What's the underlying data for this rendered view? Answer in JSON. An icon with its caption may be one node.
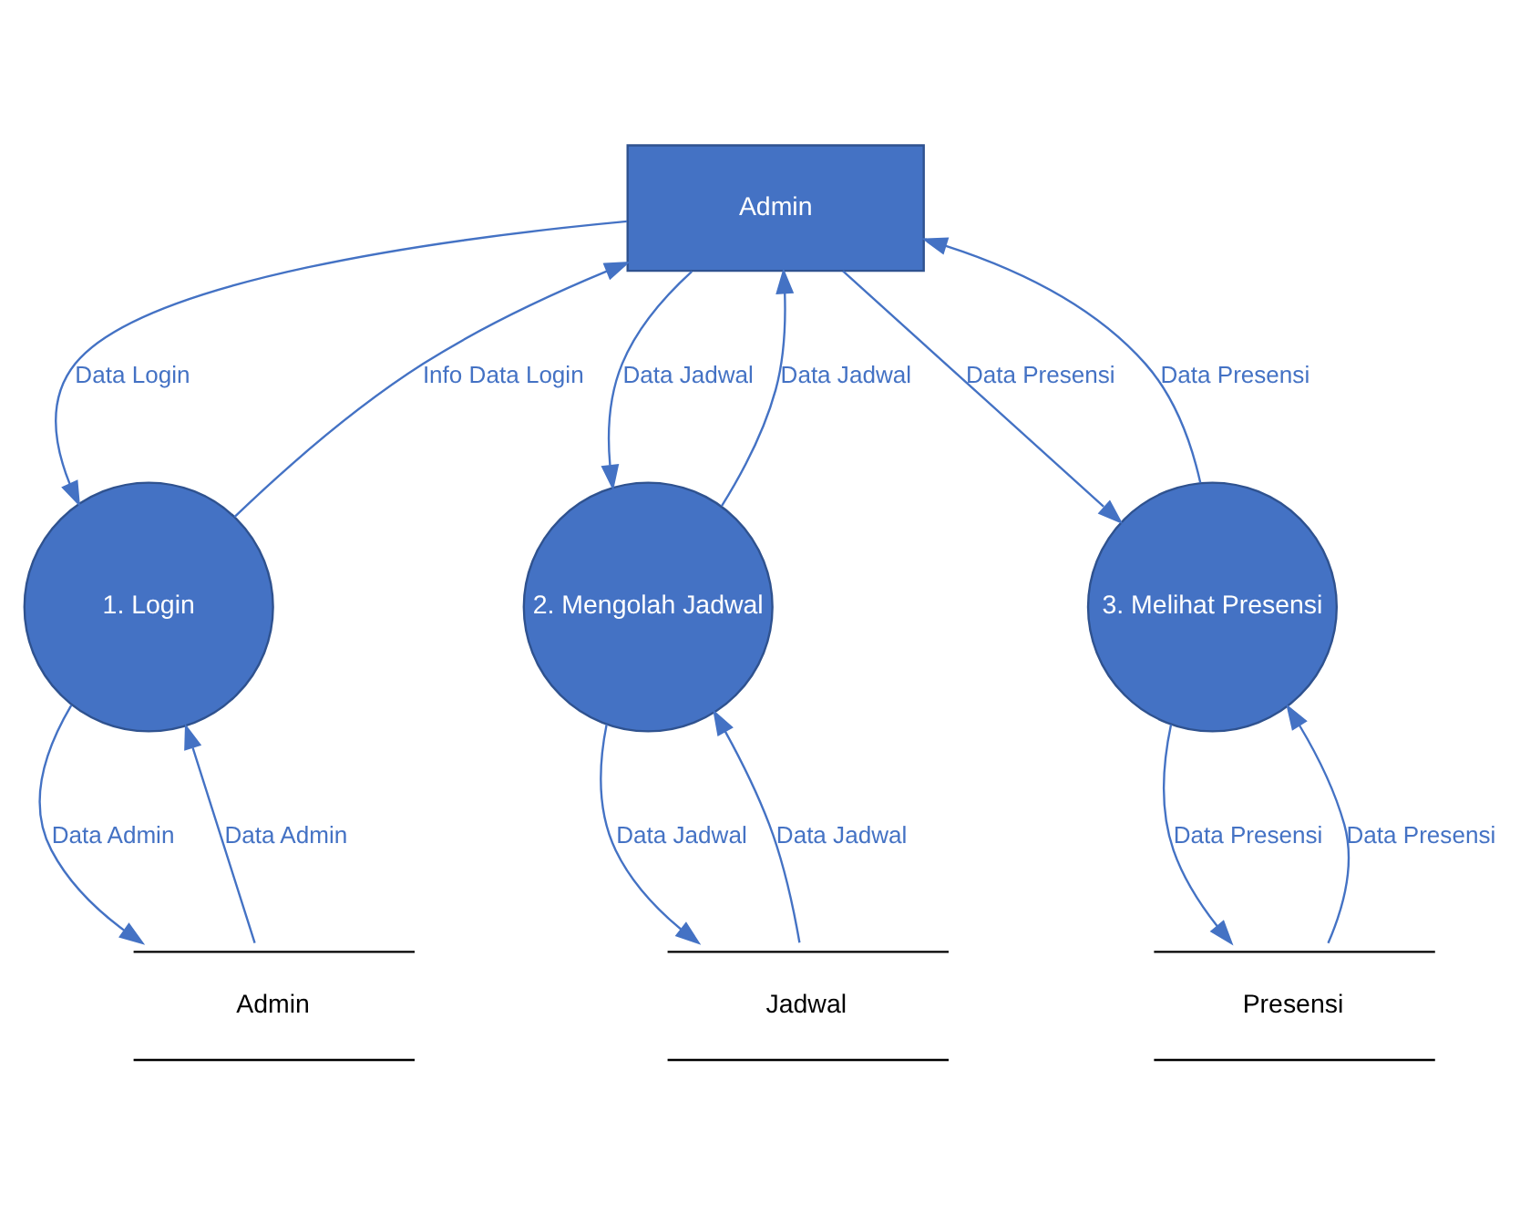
{
  "diagram": {
    "nodes": [
      {
        "text": [
          "Admin"
        ]
      },
      {
        "text": [
          "1. Login"
        ]
      },
      {
        "text": [
          "2. Mengolah Jadwal"
        ]
      },
      {
        "text": [
          "3. Melihat Presensi"
        ]
      },
      {
        "text": [
          "Admin"
        ]
      },
      {
        "text": [
          "Jadwal"
        ]
      },
      {
        "text": [
          "Presensi"
        ]
      }
    ],
    "edges": [
      {
        "from": 0,
        "to": 1,
        "arrow": "to",
        "label": "Data Login"
      },
      {
        "from": 1,
        "to": 0,
        "arrow": "to",
        "label": "Info Data Login"
      },
      {
        "from": 0,
        "to": 2,
        "arrow": "to",
        "label": "Data Jadwal"
      },
      {
        "from": 2,
        "to": 0,
        "arrow": "to",
        "label": "Data Jadwal"
      },
      {
        "from": 0,
        "to": 3,
        "arrow": "to",
        "label": "Data Presensi"
      },
      {
        "from": 3,
        "to": 0,
        "arrow": "to",
        "label": "Data Presensi"
      },
      {
        "from": 1,
        "to": 4,
        "arrow": "to",
        "label": "Data Admin"
      },
      {
        "from": 4,
        "to": 1,
        "arrow": "to",
        "label": "Data Admin"
      },
      {
        "from": 2,
        "to": 5,
        "arrow": "to",
        "label": "Data Jadwal"
      },
      {
        "from": 5,
        "to": 2,
        "arrow": "to",
        "label": "Data Jadwal"
      },
      {
        "from": 3,
        "to": 6,
        "arrow": "to",
        "label": "Data Presensi"
      },
      {
        "from": 6,
        "to": 3,
        "arrow": "to",
        "label": "Data Presensi"
      }
    ]
  }
}
